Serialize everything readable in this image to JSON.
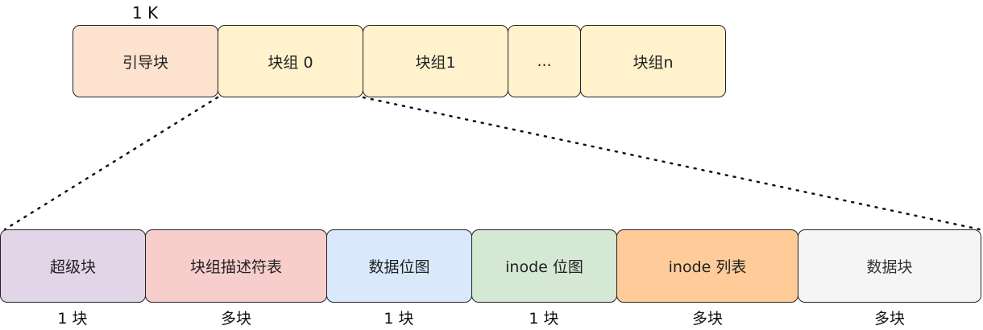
{
  "top_row": {
    "size_label": "1 K",
    "blocks": [
      {
        "label": "引导块",
        "fill": "#fde3cf"
      },
      {
        "label": "块组 0",
        "fill": "#fff2cc"
      },
      {
        "label": "块组1",
        "fill": "#fff2cc"
      },
      {
        "label": "...",
        "fill": "#fff2cc"
      },
      {
        "label": "块组n",
        "fill": "#fff2cc"
      }
    ]
  },
  "bottom_row": {
    "blocks": [
      {
        "label": "超级块",
        "count": "1 块",
        "fill": "#e1d5e7"
      },
      {
        "label": "块组描述符表",
        "count": "多块",
        "fill": "#f8cecc"
      },
      {
        "label": "数据位图",
        "count": "1 块",
        "fill": "#dae8fc"
      },
      {
        "label": "inode 位图",
        "count": "1 块",
        "fill": "#d5e8d4"
      },
      {
        "label": "inode 列表",
        "count": "多块",
        "fill": "#ffcc99"
      },
      {
        "label": "数据块",
        "count": "多块",
        "fill": "#f5f5f5"
      }
    ]
  }
}
